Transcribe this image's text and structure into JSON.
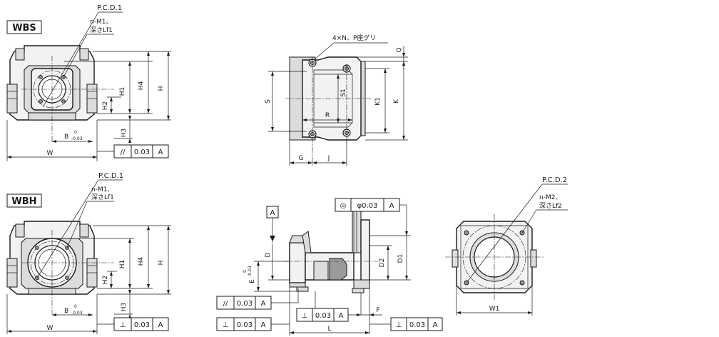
{
  "titles": {
    "wbs": "WBS",
    "wbh": "WBH"
  },
  "wbs": {
    "pcd": "P.C.D.1",
    "note_line1": "n-M1、",
    "note_line2": "深さLf1",
    "dims": {
      "h4": "H4",
      "h": "H",
      "h1": "H1",
      "h2": "H2",
      "h3": "H3",
      "b": "B",
      "b_tol_top": "0",
      "b_tol_bottom": "-0.03",
      "w": "W"
    },
    "tolerance_frame": {
      "symbol": "//",
      "value": "0.03",
      "datum": "A"
    }
  },
  "wbh": {
    "pcd": "P.C.D.1",
    "note_line1": "n-M1、",
    "note_line2": "深さLf1",
    "dims": {
      "h4": "H4",
      "h": "H",
      "h1": "H1",
      "h2": "H2",
      "h3": "H3",
      "b": "B",
      "b_tol_top": "0",
      "b_tol_bottom": "-0.03",
      "w": "W"
    },
    "tolerance_frame": {
      "symbol": "⊥",
      "value": "0.03",
      "datum": "A"
    }
  },
  "top_view": {
    "note": "4×N、P座グリ",
    "dims": {
      "q": "Q",
      "s": "S",
      "s1": "S1",
      "r": "R",
      "k1": "K1",
      "k": "K",
      "g": "G",
      "j": "J"
    }
  },
  "side_view": {
    "datum_label": "A",
    "dims": {
      "d": "D",
      "e": "E",
      "e_tol_top": "0",
      "e_tol_bottom": "-0.03",
      "d2": "D2",
      "d1": "D1",
      "f": "F",
      "l": "L"
    },
    "concentricity_frame": {
      "symbol": "◎",
      "value": "φ0.03",
      "datum": "A"
    },
    "frames": [
      {
        "symbol": "//",
        "value": "0.03",
        "datum": "A"
      },
      {
        "symbol": "⊥",
        "value": "0.03",
        "datum": "A"
      },
      {
        "symbol": "⊥",
        "value": "0.03",
        "datum": "A"
      },
      {
        "symbol": "⊥",
        "value": "0.03",
        "datum": "A"
      }
    ]
  },
  "end_view": {
    "pcd": "P.C.D.2",
    "note_line1": "n-M2、",
    "note_line2": "深さLf2",
    "dims": {
      "w1": "W1"
    }
  }
}
